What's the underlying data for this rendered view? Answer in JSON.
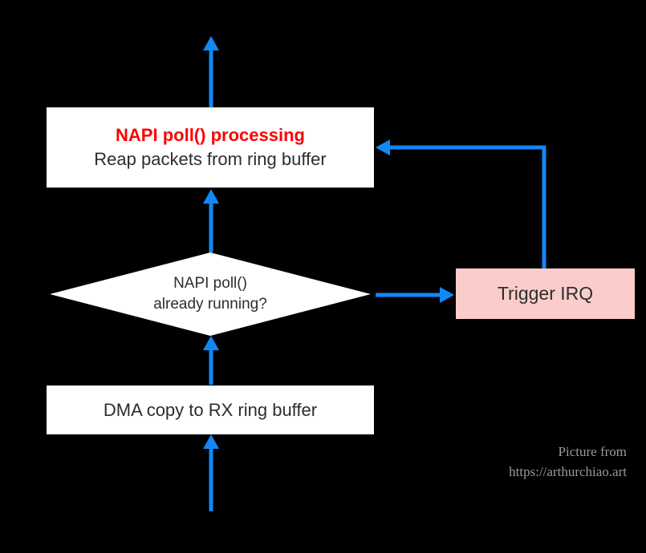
{
  "colors": {
    "background": "#000000",
    "arrow_blue": "#1287f6",
    "box_white": "#ffffff",
    "irq_pink": "#facdcb",
    "title_red": "#ff0000",
    "text_dark": "#2d2d2d",
    "credit_gray": "#999999"
  },
  "nodes": {
    "napi_box": {
      "title": "NAPI poll() processing",
      "subtitle": "Reap packets from ring buffer"
    },
    "decision_diamond": {
      "line1": "NAPI poll()",
      "line2": "already running?"
    },
    "trigger_irq_box": {
      "label": "Trigger IRQ"
    },
    "dma_box": {
      "label": "DMA copy to RX ring buffer"
    }
  },
  "credit": {
    "line1": "Picture from",
    "line2": "https://arthurchiao.art"
  }
}
